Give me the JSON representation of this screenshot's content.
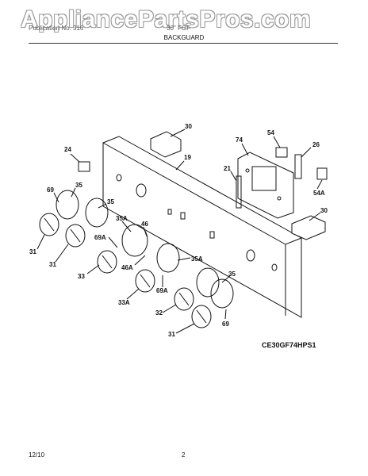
{
  "watermark": "AppliancePartsPros.com",
  "header": {
    "left_text": "Publication No. 316",
    "mid_text": "30\" FGF",
    "section_title": "BACKGUARD"
  },
  "footer": {
    "model_code": "CE30GF74HPS1",
    "date": "12/10",
    "page_number": "2"
  },
  "callouts": [
    "30",
    "24",
    "19",
    "74",
    "54",
    "26",
    "21",
    "69",
    "35",
    "35",
    "35A",
    "46",
    "54A",
    "30",
    "31",
    "31",
    "69A",
    "33",
    "46A",
    "35A",
    "33A",
    "69A",
    "35",
    "32",
    "31",
    "69"
  ]
}
